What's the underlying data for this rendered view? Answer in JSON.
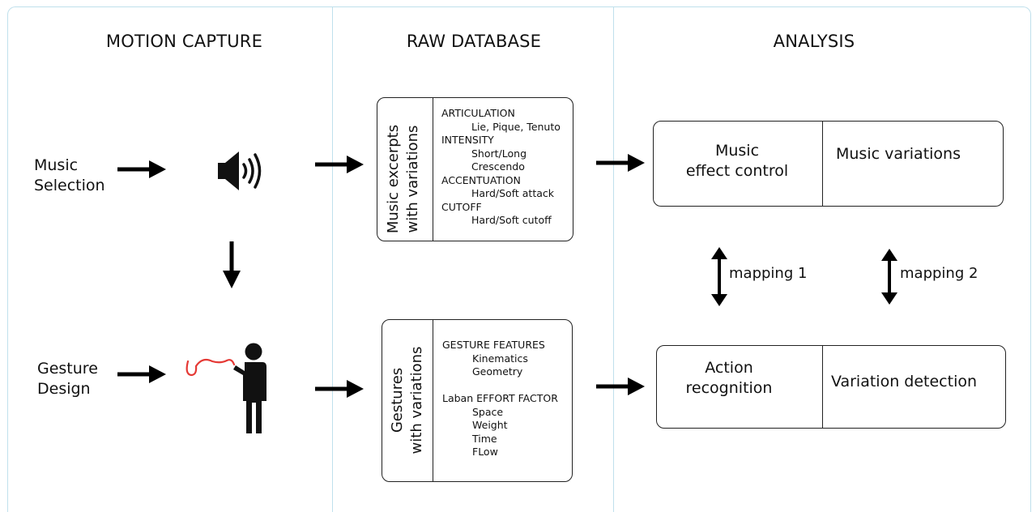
{
  "headers": {
    "motion_capture": "MOTION CAPTURE",
    "raw_database": "RAW DATABASE",
    "analysis": "ANALYSIS"
  },
  "left_labels": {
    "music_selection": [
      "Music",
      "Selection"
    ],
    "gesture_design": [
      "Gesture",
      "Design"
    ]
  },
  "music_box": {
    "side_label": [
      "Music excerpts",
      "with variations"
    ],
    "features": [
      {
        "text": "ARTICULATION",
        "level": 0
      },
      {
        "text": "Lie, Pique, Tenuto",
        "level": 1
      },
      {
        "text": "INTENSITY",
        "level": 0
      },
      {
        "text": "Short/Long",
        "level": 1
      },
      {
        "text": "Crescendo",
        "level": 1
      },
      {
        "text": "ACCENTUATION",
        "level": 0
      },
      {
        "text": "Hard/Soft attack",
        "level": 1
      },
      {
        "text": "CUTOFF",
        "level": 0
      },
      {
        "text": "Hard/Soft cutoff",
        "level": 1
      }
    ]
  },
  "gesture_box": {
    "side_label": [
      "Gestures",
      "with variations"
    ],
    "features": [
      {
        "text": "GESTURE FEATURES",
        "level": 0
      },
      {
        "text": "Kinematics",
        "level": 1
      },
      {
        "text": "Geometry",
        "level": 1
      },
      {
        "text": "",
        "level": 2
      },
      {
        "text": "Laban EFFORT FACTOR",
        "level": 0
      },
      {
        "text": "Space",
        "level": 1
      },
      {
        "text": "Weight",
        "level": 1
      },
      {
        "text": "Time",
        "level": 1
      },
      {
        "text": "FLow",
        "level": 1
      }
    ]
  },
  "analysis_top": {
    "left": [
      "Music",
      "effect control"
    ],
    "right": "Music variations"
  },
  "analysis_bottom": {
    "left": [
      "Action",
      "recognition"
    ],
    "right": "Variation detection"
  },
  "mappings": {
    "mapping1": "mapping 1",
    "mapping2": "mapping 2"
  },
  "icons": {
    "speaker": "speaker-icon",
    "person": "person-with-gesture-icon"
  },
  "colors": {
    "divider": "#bfe0ec",
    "gesture_trace": "#e53935"
  }
}
